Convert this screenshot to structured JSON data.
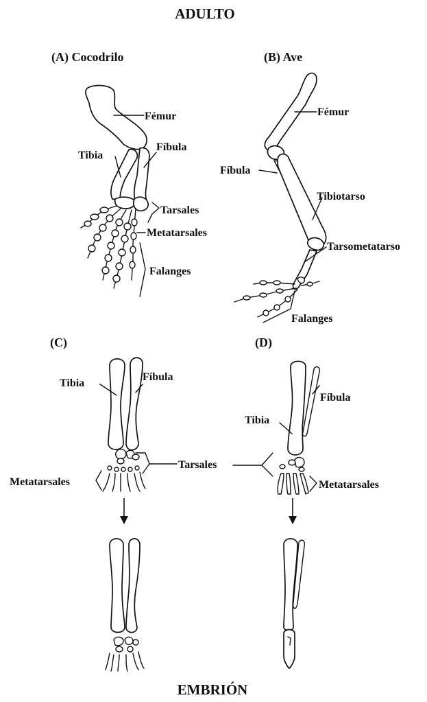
{
  "titles": {
    "adult": "ADULTO",
    "embryo": "EMBRIÓN"
  },
  "panels": {
    "a": "(A) Cocodrilo",
    "b": "(B) Ave",
    "c": "(C)",
    "d": "(D)"
  },
  "labels": {
    "a": {
      "femur": "Fémur",
      "tibia": "Tibia",
      "fibula": "Fíbula",
      "tarsales": "Tarsales",
      "metatarsales": "Metatarsales",
      "falanges": "Falanges"
    },
    "b": {
      "femur": "Fémur",
      "fibula": "Fíbula",
      "tibiotarso": "Tibiotarso",
      "tarsometatarso": "Tarsometatarso",
      "falanges": "Falanges"
    },
    "c": {
      "tibia": "Tibia",
      "fibula": "Fíbula",
      "metatarsales": "Metatarsales"
    },
    "shared": {
      "tarsales": "Tarsales"
    },
    "d": {
      "fibula": "Fíbula",
      "tibia": "Tibia",
      "metatarsales": "Metatarsales"
    }
  }
}
